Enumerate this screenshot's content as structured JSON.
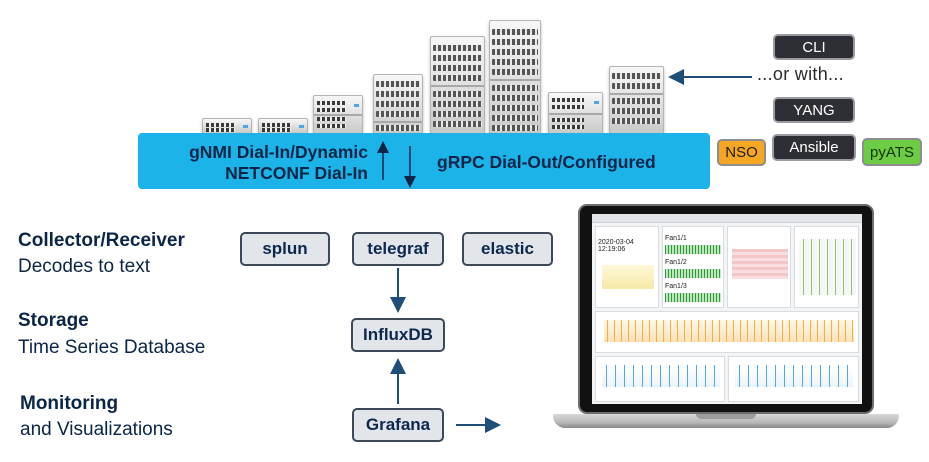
{
  "transport": {
    "left_line1": "gNMI Dial-In/Dynamic",
    "left_line2": "NETCONF Dial-In",
    "right": "gRPC Dial-Out/Configured"
  },
  "config_tools": {
    "cli": "CLI",
    "or_with": "...or with...",
    "yang": "YANG",
    "nso": "NSO",
    "ansible": "Ansible",
    "pyats": "pyATS"
  },
  "stages": {
    "collector_title": "Collector/Receiver",
    "collector_sub": "Decodes to text",
    "storage_title": "Storage",
    "storage_sub": "Time Series Database",
    "monitoring_title": "Monitoring",
    "monitoring_sub": "and Visualizations"
  },
  "components": {
    "splunk": "splun",
    "telegraf": "telegraf",
    "elastic": "elastic",
    "influxdb": "InfluxDB",
    "grafana": "Grafana"
  },
  "dashboard": {
    "timestamp": "2020-03-04 12:19:06",
    "fans": [
      "Fan1/1",
      "Fan1/2",
      "Fan1/3"
    ]
  },
  "colors": {
    "band": "#1bb3e8",
    "navy_text": "#0b2547",
    "nso": "#f5a623",
    "pyats": "#6ccd45",
    "dark_pill": "#2e2e35",
    "arrow": "#1f4e79"
  },
  "icons": [
    "switch-hardware-icon",
    "up-arrow-icon",
    "down-arrow-icon",
    "left-arrow-icon",
    "right-arrow-icon",
    "laptop-icon"
  ]
}
